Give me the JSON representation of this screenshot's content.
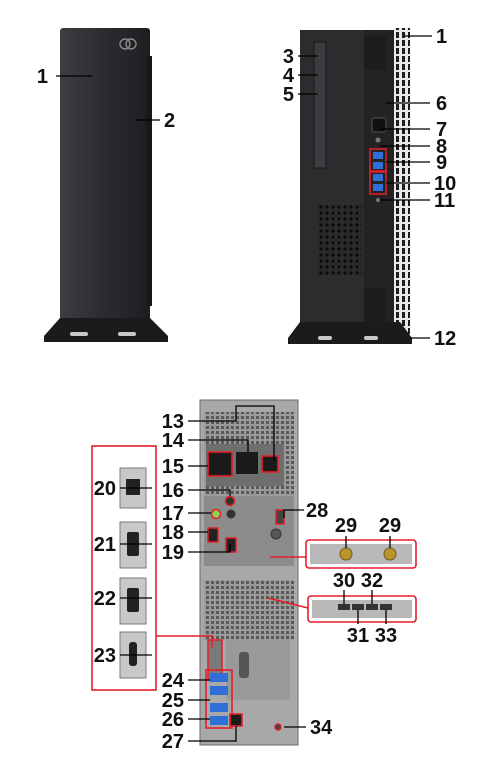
{
  "colors": {
    "callout_line": "#000000",
    "highlight": "#e41e2a",
    "case_dark": "#2b2b2e",
    "case_mid": "#3a3a3d",
    "port_blue": "#2f6fd6",
    "audio_green": "#8fd14f"
  },
  "icons": {
    "front_logo": "fujitsu-logo-icon",
    "power_button": "power-button-icon"
  },
  "callouts": {
    "front_view": [
      "1",
      "2"
    ],
    "side_view": [
      "1",
      "3",
      "4",
      "5",
      "6",
      "7",
      "8",
      "9",
      "10",
      "11",
      "12"
    ],
    "rear_view": [
      "13",
      "14",
      "15",
      "16",
      "17",
      "18",
      "19",
      "20",
      "21",
      "22",
      "23",
      "24",
      "25",
      "26",
      "27",
      "28",
      "29",
      "29",
      "30",
      "31",
      "32",
      "33",
      "34"
    ]
  }
}
